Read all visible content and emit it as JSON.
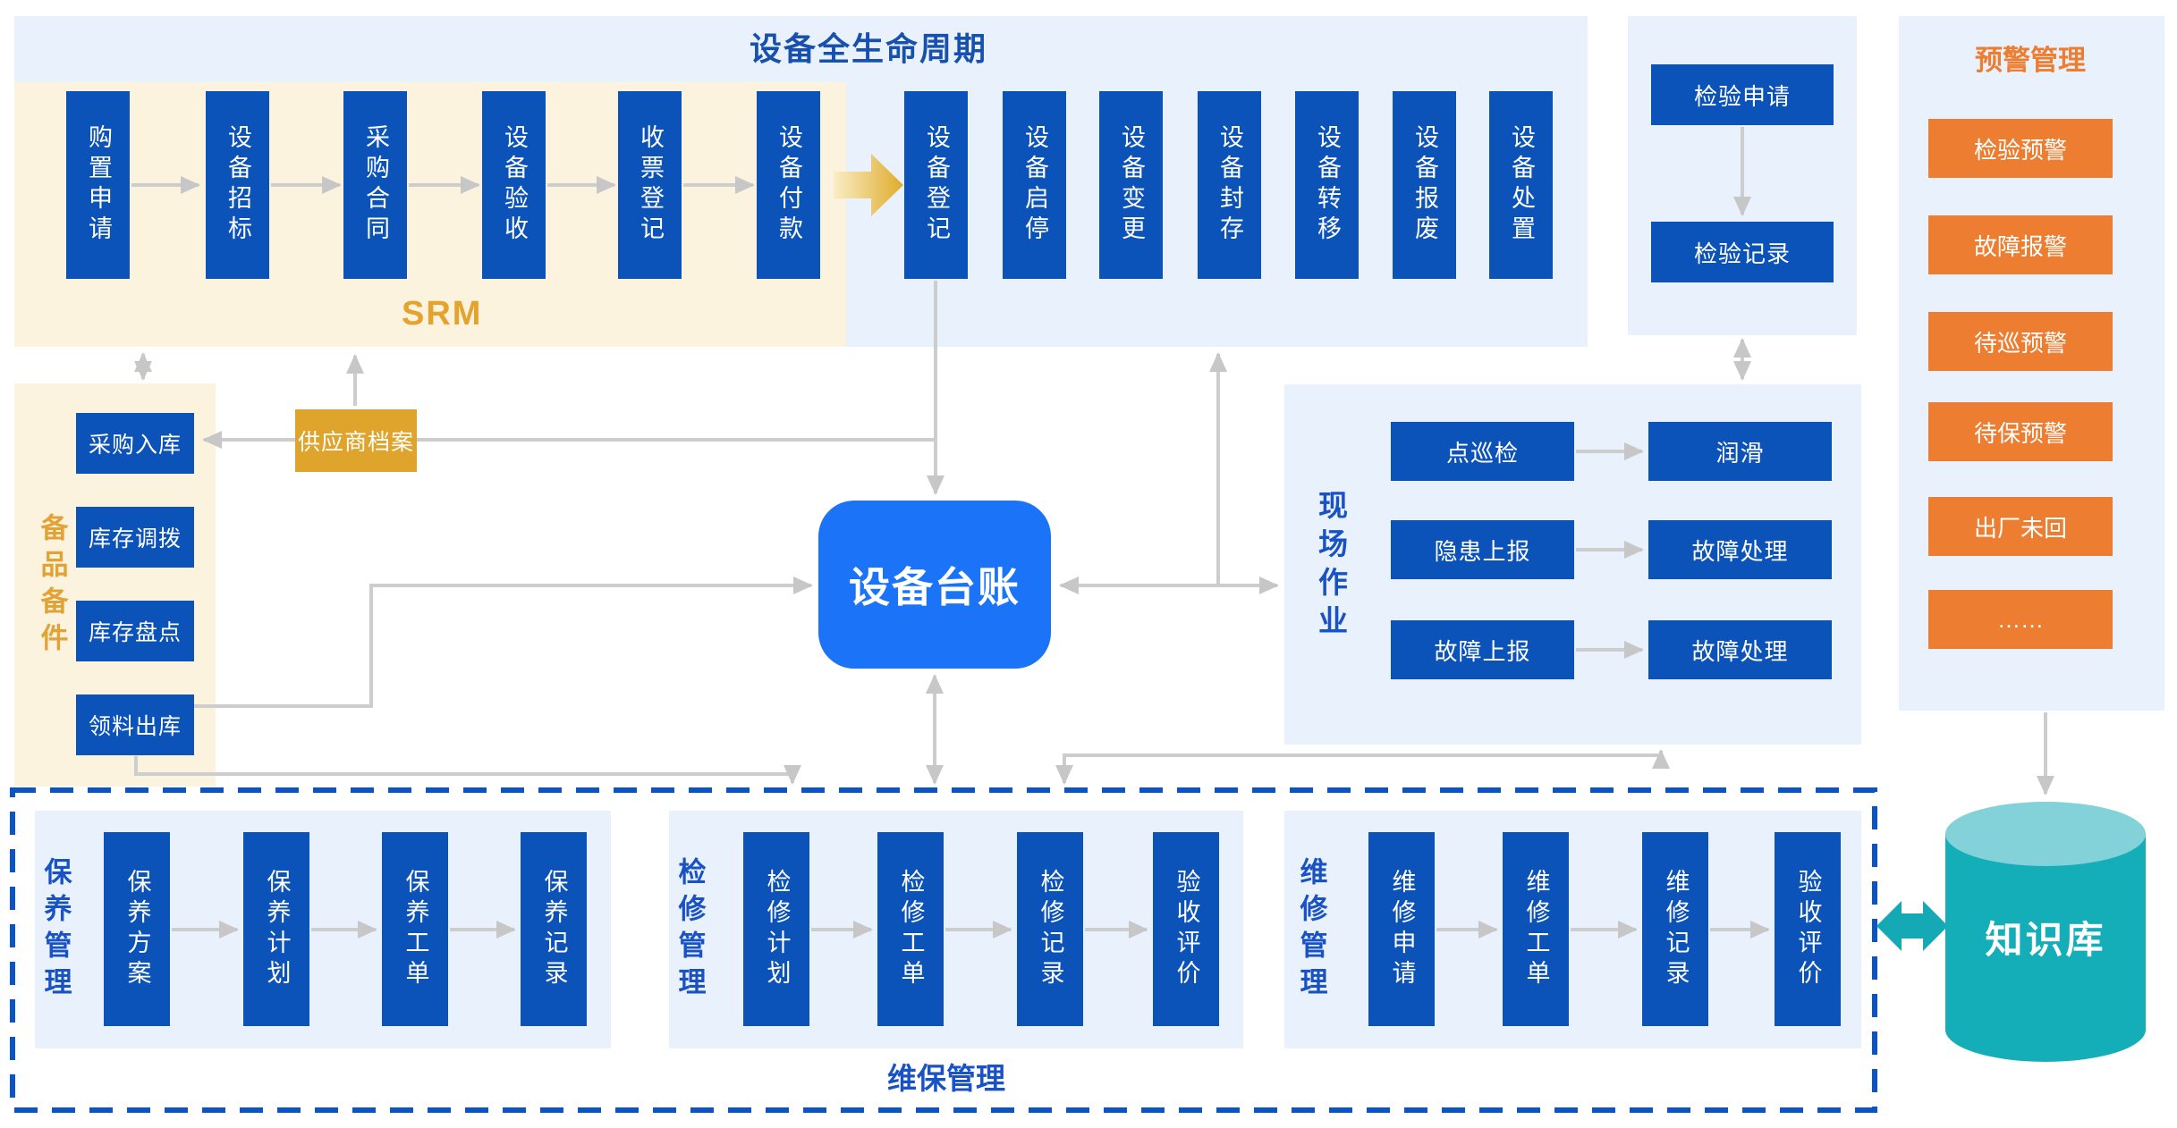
{
  "lifecycle": {
    "title": "设备全生命周期",
    "srm_label": "SRM",
    "srm_steps": [
      "购置申请",
      "设备招标",
      "采购合同",
      "设备验收",
      "收票登记",
      "设备付款"
    ],
    "asset_steps": [
      "设备登记",
      "设备启停",
      "设备变更",
      "设备封存",
      "设备转移",
      "设备报废",
      "设备处置"
    ]
  },
  "inspection": {
    "request": "检验申请",
    "record": "检验记录"
  },
  "warning": {
    "title": "预警管理",
    "items": [
      "检验预警",
      "故障报警",
      "待巡预警",
      "待保预警",
      "出厂未回",
      "……"
    ]
  },
  "spares": {
    "label": "备品备件",
    "items": [
      "采购入库",
      "库存调拨",
      "库存盘点",
      "领料出库"
    ]
  },
  "supplier_archive": "供应商档案",
  "ledger": "设备台账",
  "field_work": {
    "label": "现场作业",
    "rows": [
      {
        "from": "点巡检",
        "to": "润滑"
      },
      {
        "from": "隐患上报",
        "to": "故障处理"
      },
      {
        "from": "故障上报",
        "to": "故障处理"
      }
    ]
  },
  "maintenance": {
    "container_label": "维保管理",
    "upkeep": {
      "label": "保养管理",
      "steps": [
        "保养方案",
        "保养计划",
        "保养工单",
        "保养记录"
      ]
    },
    "overhaul": {
      "label": "检修管理",
      "steps": [
        "检修计划",
        "检修工单",
        "检修记录",
        "验收评价"
      ]
    },
    "repair": {
      "label": "维修管理",
      "steps": [
        "维修申请",
        "维修工单",
        "维修记录",
        "验收评价"
      ]
    }
  },
  "knowledge_base": "知识库",
  "colors": {
    "node_blue": "#0C53B9",
    "ledger_blue": "#1B74F8",
    "panel_blue": "#E9F2FC",
    "panel_cream": "#FCF3DE",
    "orange": "#ED7D31",
    "gold": "#DFA42B",
    "teal": "#14AEB9",
    "label_blue": "#1952C4",
    "title_blue": "#1850AE",
    "connector_gray": "#CDCDCD",
    "dashed_border_blue": "#0B54C6"
  }
}
